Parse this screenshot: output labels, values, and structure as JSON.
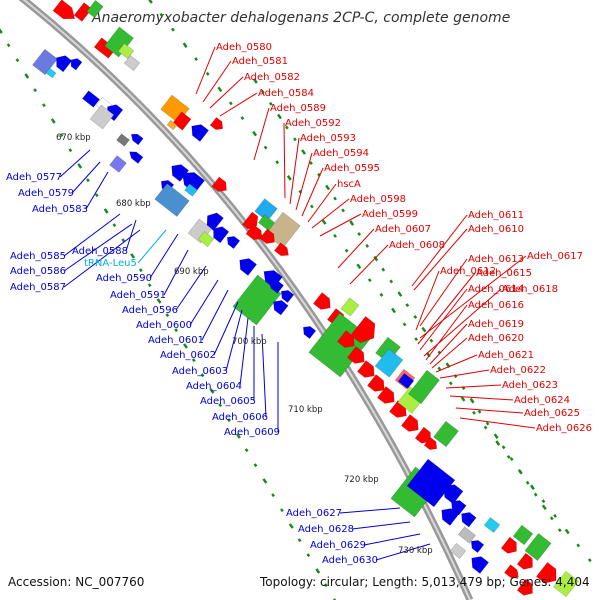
{
  "title": "Anaeromyxobacter dehalogenans 2CP-C, complete genome",
  "accession": "Accession: NC_007760",
  "summary": "Topology: circular; Length: 5,013,479 bp; Genes: 4,404",
  "colors": {
    "backbone": "#999999",
    "forward_cds": "#ff0000",
    "reverse_cds": "#0000ee",
    "trna": "#00b0e0",
    "rna_green": "#33bb33",
    "light_green": "#aaee44",
    "orange": "#ff9900",
    "ticks": "#1a8a1a"
  },
  "ticks": [
    "670 kbp",
    "680 kbp",
    "690 kbp",
    "700 kbp",
    "710 kbp",
    "720 kbp",
    "730 kbp"
  ],
  "right_labels": [
    "Adeh_0580",
    "Adeh_0581",
    "Adeh_0582",
    "Adeh_0584",
    "Adeh_0589",
    "Adeh_0592",
    "Adeh_0593",
    "Adeh_0594",
    "Adeh_0595",
    "hscA",
    "Adeh_0598",
    "Adeh_0599",
    "Adeh_0607",
    "Adeh_0608",
    "Adeh_0611",
    "Adeh_0610",
    "Adeh_0613",
    "Adeh_0612",
    "Adeh_0617",
    "Adeh_0615",
    "Adeh_0614",
    "Adeh_0618",
    "Adeh_0616",
    "Adeh_0619",
    "Adeh_0620",
    "Adeh_0621",
    "Adeh_0622",
    "Adeh_0623",
    "Adeh_0624",
    "Adeh_0625",
    "Adeh_0626"
  ],
  "left_labels": [
    "Adeh_0577",
    "Adeh_0579",
    "Adeh_0583",
    "Adeh_0585",
    "Adeh_0588",
    "Adeh_0586",
    "tRNA-Leu5",
    "Adeh_0587",
    "Adeh_0590",
    "Adeh_0591",
    "Adeh_0596",
    "Adeh_0600",
    "Adeh_0601",
    "Adeh_0602",
    "Adeh_0603",
    "Adeh_0604",
    "Adeh_0605",
    "Adeh_0606",
    "Adeh_0609",
    "Adeh_0627",
    "Adeh_0628",
    "Adeh_0629",
    "Adeh_0630"
  ]
}
